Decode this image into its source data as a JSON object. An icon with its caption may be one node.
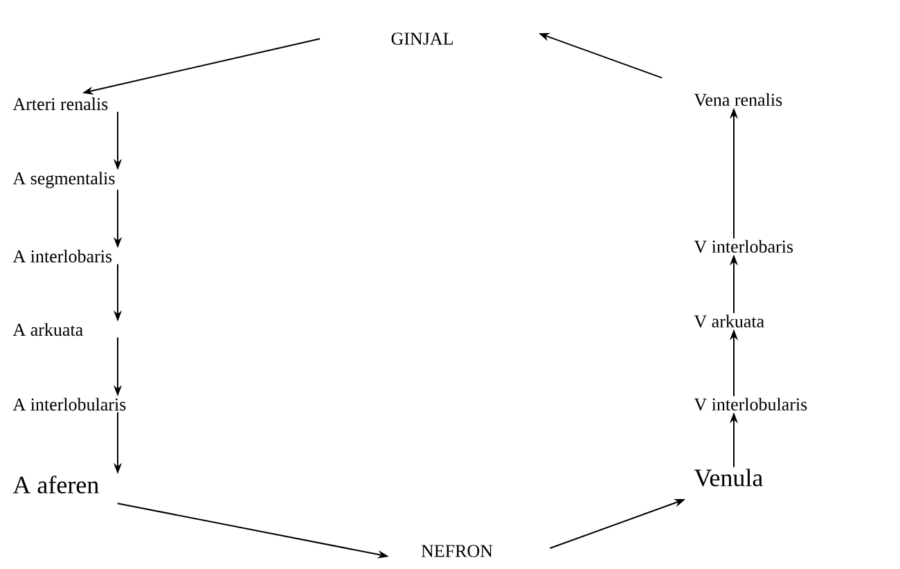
{
  "diagram": {
    "nodes": [
      {
        "text": [
          "GINJAL"
        ]
      },
      {
        "text": [
          "Arteri renalis"
        ]
      },
      {
        "text": [
          "A segmentalis"
        ]
      },
      {
        "text": [
          "A interlobaris"
        ]
      },
      {
        "text": [
          "A arkuata"
        ]
      },
      {
        "text": [
          "A interlobularis"
        ]
      },
      {
        "text": [
          "A aferen"
        ]
      },
      {
        "text": [
          "NEFRON"
        ]
      },
      {
        "text": [
          "Venula"
        ]
      },
      {
        "text": [
          "V interlobularis"
        ]
      },
      {
        "text": [
          "V arkuata"
        ]
      },
      {
        "text": [
          "V interlobaris"
        ]
      },
      {
        "text": [
          "Vena renalis"
        ]
      }
    ],
    "edges": [
      {
        "from": 0,
        "to": 1,
        "arrow": "to"
      },
      {
        "from": 1,
        "to": 2,
        "arrow": "to"
      },
      {
        "from": 2,
        "to": 3,
        "arrow": "to"
      },
      {
        "from": 3,
        "to": 4,
        "arrow": "to"
      },
      {
        "from": 4,
        "to": 5,
        "arrow": "to"
      },
      {
        "from": 5,
        "to": 6,
        "arrow": "to"
      },
      {
        "from": 6,
        "to": 7,
        "arrow": "to"
      },
      {
        "from": 7,
        "to": 8,
        "arrow": "to"
      },
      {
        "from": 8,
        "to": 9,
        "arrow": "to"
      },
      {
        "from": 9,
        "to": 10,
        "arrow": "to"
      },
      {
        "from": 10,
        "to": 11,
        "arrow": "to"
      },
      {
        "from": 11,
        "to": 12,
        "arrow": "to"
      },
      {
        "from": 12,
        "to": 0,
        "arrow": "to"
      }
    ]
  }
}
